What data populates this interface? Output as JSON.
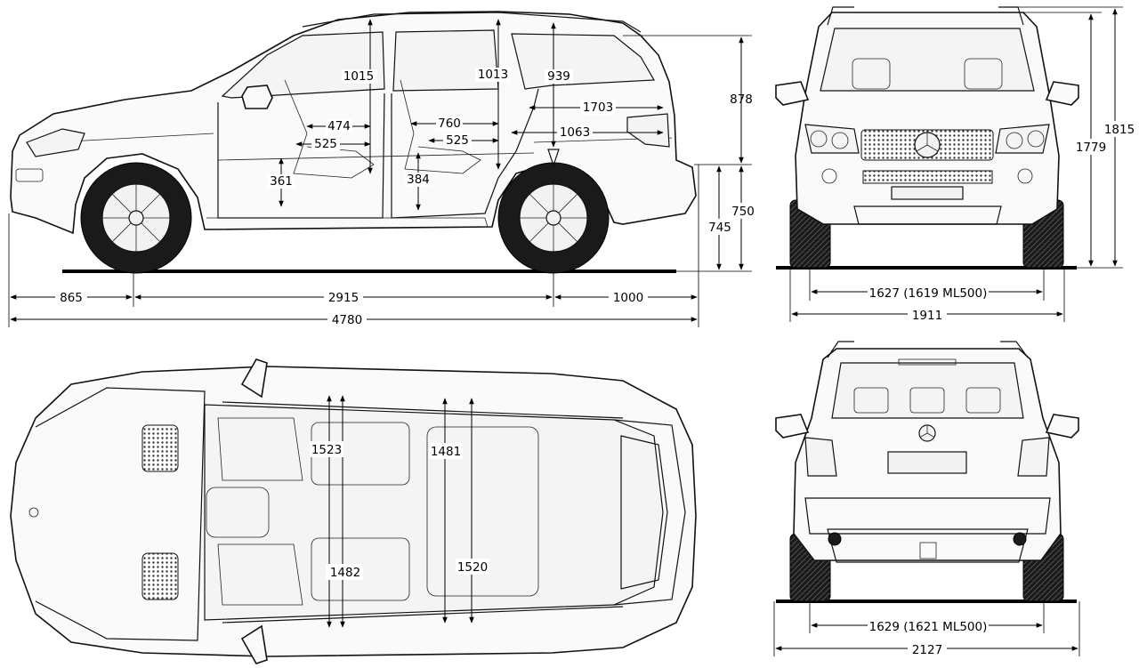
{
  "dimensions": {
    "side": {
      "front_overhang": "865",
      "wheelbase": "2915",
      "rear_overhang": "1000",
      "overall_length": "4780",
      "roof_height_upper": "878",
      "mirror_height": "750",
      "sill_height": "745",
      "front_headroom": "1015",
      "rear_headroom": "1013",
      "cargo_height": "939",
      "front_seat_depth": "474",
      "rear_seat_depth": "760",
      "front_cushion": "525",
      "rear_cushion": "525",
      "cargo_length_upper": "1703",
      "cargo_length_lower": "1063",
      "front_seat_height": "361",
      "rear_seat_height": "384"
    },
    "front": {
      "track_front": "1627 (1619 ML500)",
      "overall_width": "1911",
      "overall_height": "1815",
      "roof_height": "1779"
    },
    "top": {
      "front_shoulder_width": "1523",
      "rear_shoulder_width": "1481",
      "front_hip_width": "1482",
      "rear_hip_width": "1520"
    },
    "rear": {
      "track_rear": "1629 (1621 ML500)",
      "width_with_mirrors": "2127"
    }
  }
}
